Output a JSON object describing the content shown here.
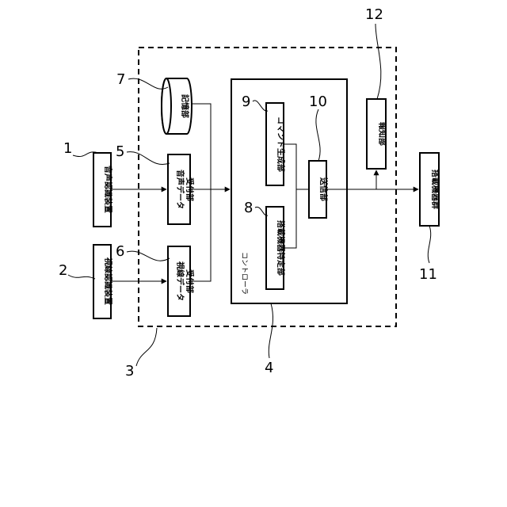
{
  "labels": {
    "voice_device": "音声認識装置",
    "gaze_device": "視線認識装置",
    "voice_receiver_1": "音声データ",
    "voice_receiver_2": "受付部",
    "gaze_receiver_1": "視線データ",
    "gaze_receiver_2": "受付部",
    "storage": "記憶部",
    "controller": "コントローラ",
    "command_gen": "コマンド生成部",
    "device_identify": "搭載機器特定部",
    "transmitter": "送信部",
    "notifier": "報知部",
    "devices": "搭載機器群"
  },
  "numbers": {
    "n1": "1",
    "n2": "2",
    "n3": "3",
    "n4": "4",
    "n5": "5",
    "n6": "6",
    "n7": "7",
    "n8": "8",
    "n9": "9",
    "n10": "10",
    "n11": "11",
    "n12": "12"
  }
}
